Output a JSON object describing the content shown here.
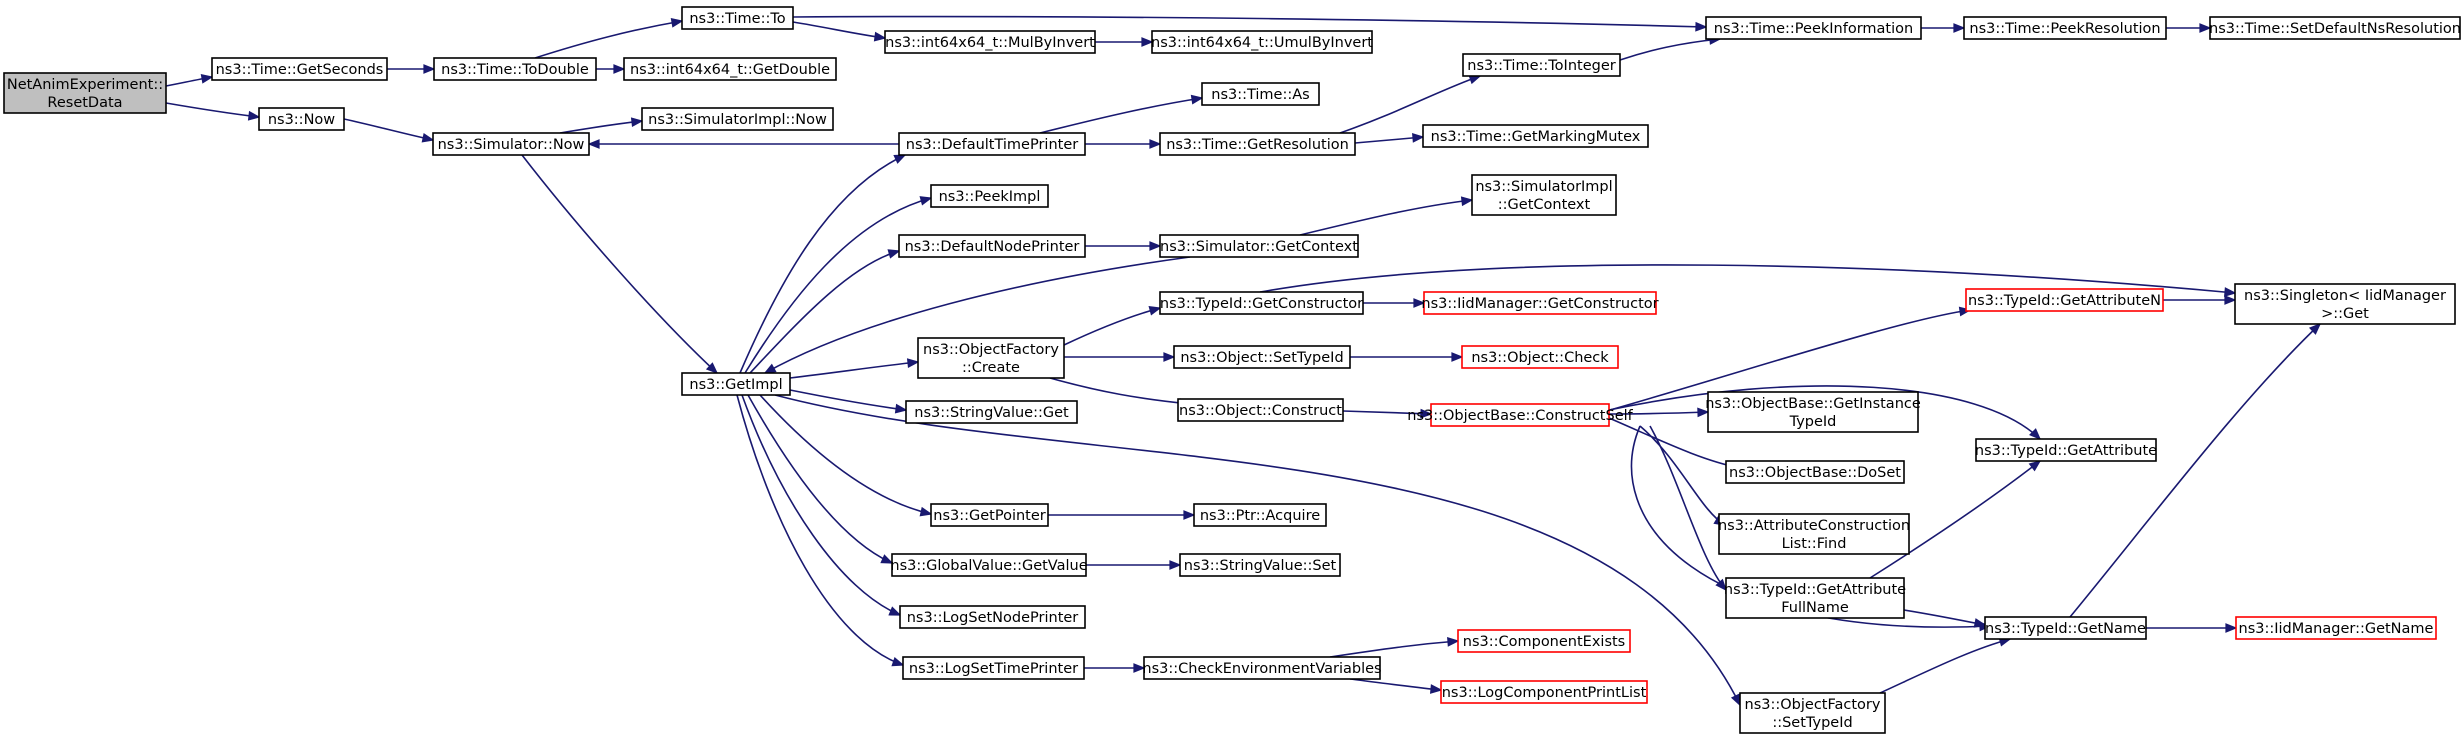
{
  "colors": {
    "edge": "#191970",
    "node_border": "#000000",
    "node_border_truncated": "#ff0000",
    "root_fill": "#bfbfbf",
    "node_fill": "#ffffff",
    "text": "#000000"
  },
  "nodes": {
    "root": [
      "NetAnimExperiment::",
      "ResetData"
    ],
    "getseconds": [
      "ns3::Time::GetSeconds"
    ],
    "now": [
      "ns3::Now"
    ],
    "time_to": [
      "ns3::Time::To"
    ],
    "todouble": [
      "ns3::Time::ToDouble"
    ],
    "getdouble": [
      "ns3::int64x64_t::GetDouble"
    ],
    "mulbyinvert": [
      "ns3::int64x64_t::MulByInvert"
    ],
    "umulbyinvert": [
      "ns3::int64x64_t::UmulByInvert"
    ],
    "peekinformation": [
      "ns3::Time::PeekInformation"
    ],
    "peekresolution": [
      "ns3::Time::PeekResolution"
    ],
    "setdefaultnsres": [
      "ns3::Time::SetDefaultNsResolution"
    ],
    "simimpl_now": [
      "ns3::SimulatorImpl::Now"
    ],
    "simulator_now": [
      "ns3::Simulator::Now"
    ],
    "defaulttimeprinter": [
      "ns3::DefaultTimePrinter"
    ],
    "time_as": [
      "ns3::Time::As"
    ],
    "time_tointeger": [
      "ns3::Time::ToInteger"
    ],
    "getresolution": [
      "ns3::Time::GetResolution"
    ],
    "getmarkingmutex": [
      "ns3::Time::GetMarkingMutex"
    ],
    "peekimpl": [
      "ns3::PeekImpl"
    ],
    "defaultnodeprinter": [
      "ns3::DefaultNodePrinter"
    ],
    "sim_getcontext": [
      "ns3::Simulator::GetContext"
    ],
    "simimpl_getcontext": [
      "ns3::SimulatorImpl",
      "::GetContext"
    ],
    "getimpl": [
      "ns3::GetImpl"
    ],
    "objfactory_create": [
      "ns3::ObjectFactory",
      "::Create"
    ],
    "typeid_getconstructor": [
      "ns3::TypeId::GetConstructor"
    ],
    "iidmanager_getconstructor": [
      "ns3::IidManager::GetConstructor"
    ],
    "object_settypeid": [
      "ns3::Object::SetTypeId"
    ],
    "object_check": [
      "ns3::Object::Check"
    ],
    "object_construct": [
      "ns3::Object::Construct"
    ],
    "constructself": [
      "ns3::ObjectBase::ConstructSelf"
    ],
    "stringvalue_get": [
      "ns3::StringValue::Get"
    ],
    "typeid_getattributen": [
      "ns3::TypeId::GetAttributeN"
    ],
    "singleton_get": [
      "ns3::Singleton< IidManager",
      " >::Get"
    ],
    "getinstancetypeid": [
      "ns3::ObjectBase::GetInstance",
      "TypeId"
    ],
    "doset": [
      "ns3::ObjectBase::DoSet"
    ],
    "typeid_getattribute": [
      "ns3::TypeId::GetAttribute"
    ],
    "acl_find": [
      "ns3::AttributeConstruction",
      "List::Find"
    ],
    "getattributefullname": [
      "ns3::TypeId::GetAttribute",
      "FullName"
    ],
    "typeid_getname": [
      "ns3::TypeId::GetName"
    ],
    "iidmanager_getname": [
      "ns3::IidManager::GetName"
    ],
    "getpointer": [
      "ns3::GetPointer"
    ],
    "ptr_acquire": [
      "ns3::Ptr::Acquire"
    ],
    "globalvalue_getvalue": [
      "ns3::GlobalValue::GetValue"
    ],
    "stringvalue_set": [
      "ns3::StringValue::Set"
    ],
    "logsetnodeprinter": [
      "ns3::LogSetNodePrinter"
    ],
    "logsettimeprinter": [
      "ns3::LogSetTimePrinter"
    ],
    "checkenvvars": [
      "ns3::CheckEnvironmentVariables"
    ],
    "componentexists": [
      "ns3::ComponentExists"
    ],
    "logcomponentprintlist": [
      "ns3::LogComponentPrintList"
    ],
    "objfactory_settypeid": [
      "ns3::ObjectFactory",
      "::SetTypeId"
    ]
  }
}
